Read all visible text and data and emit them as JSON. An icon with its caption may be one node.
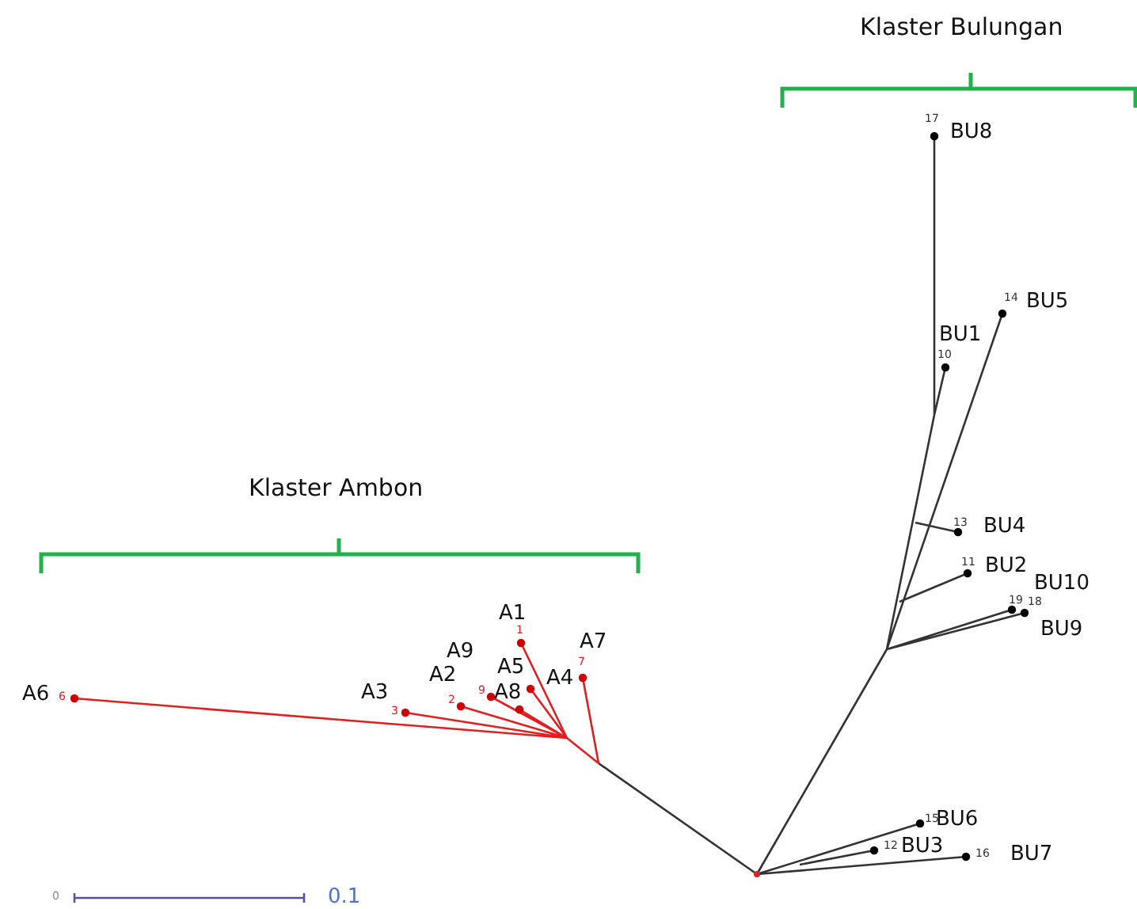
{
  "diagram": {
    "labels": [
      "Klaster Bulungan",
      "17",
      "BU8",
      "14",
      "BU5",
      "BU1",
      "10",
      "13",
      "BU4",
      "11",
      "BU2",
      "BU10",
      "19",
      "18",
      "BU9",
      "Klaster Ambon",
      "A1",
      "1",
      "A9",
      "A7",
      "A5",
      "A2",
      "A4",
      "A8",
      "7",
      "A6",
      "6",
      "A3",
      "3",
      "2",
      "9",
      "15",
      "BU6",
      "12",
      "BU3",
      "16",
      "BU7",
      "0",
      "0.1"
    ]
  }
}
